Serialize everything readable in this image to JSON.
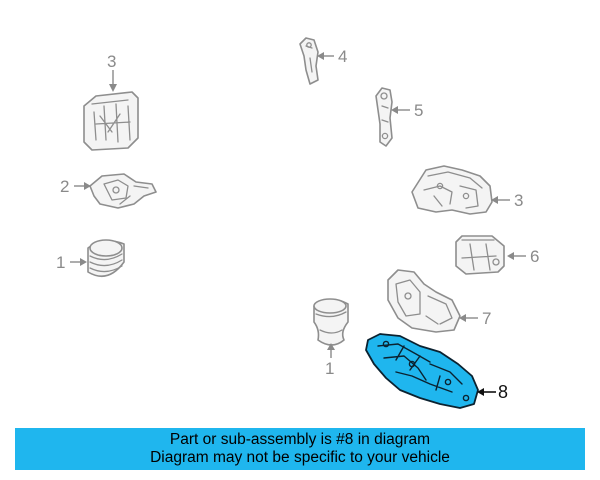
{
  "callouts": {
    "c1": "3",
    "c2": "4",
    "c3": "5",
    "c4": "2",
    "c5": "3",
    "c6": "1",
    "c7": "6",
    "c8": "7",
    "c9": "1",
    "c10": "8"
  },
  "notice": {
    "line1": "Part or sub-assembly is #8 in diagram",
    "line2": "Diagram may not be specific to your vehicle"
  },
  "colors": {
    "highlight": "#1fb6ee",
    "banner": "#1fb6ee",
    "callout_text": "#8a8a8a",
    "linework": "#8e8e8e"
  }
}
